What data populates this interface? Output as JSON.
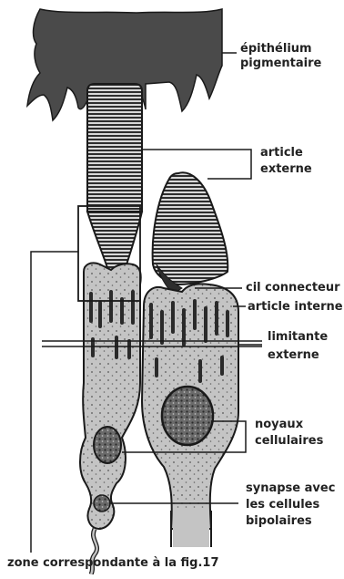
{
  "figure": {
    "labels": {
      "epithelium_line1": "épithélium",
      "epithelium_line2": "pigmentaire",
      "outer_segment_line1": "article",
      "outer_segment_line2": "externe",
      "connecting_cilium": "cil connecteur",
      "inner_segment": "article interne",
      "outer_limiting_line1": "limitante",
      "outer_limiting_line2": "externe",
      "nuclei_line1": "noyaux",
      "nuclei_line2": "cellulaires",
      "synapse_line1": "synapse avec",
      "synapse_line2": "les cellules",
      "synapse_line3": "bipolaires",
      "zone_caption": "zone correspondante à la fig.17"
    },
    "colors": {
      "ink": "#1a1a1a",
      "cell_fill": "#c4c4c4",
      "epithelium_fill": "#4a4a4a",
      "stripe_fill": "#333333"
    }
  }
}
